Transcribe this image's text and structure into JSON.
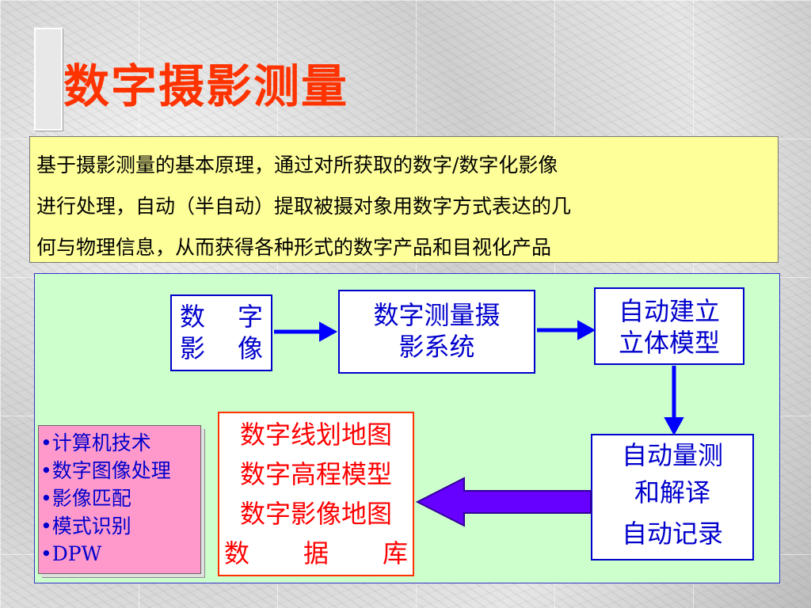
{
  "title": "数字摄影测量",
  "description": {
    "line1": "基于摄影测量的基本原理，通过对所获取的数字/数字化影像",
    "line2": "进行处理，自动（半自动）提取被摄对象用数字方式表达的几",
    "line3": "何与物理信息，从而获得各种形式的数字产品和目视化产品"
  },
  "flow": {
    "digital_image": {
      "a": "数",
      "b": "字",
      "c": "影",
      "d": "像"
    },
    "system": {
      "line1": "数字测量摄",
      "line2": "影系统"
    },
    "stereo_model": {
      "line1": "自动建立",
      "line2": "立体模型"
    },
    "measure": {
      "line1": "自动量测",
      "line2": "和解译",
      "line3": "自动记录"
    },
    "products": {
      "line1": "数字线划地图",
      "line2": "数字高程模型",
      "line3": "数字影像地图",
      "db_a": "数",
      "db_b": "据",
      "db_c": "库"
    },
    "techniques": [
      "计算机技术",
      "数字图像处理",
      "影像匹配",
      "模式识别",
      "DPW"
    ]
  },
  "colors": {
    "title": "#ff3300",
    "description_bg": "#ffff99",
    "panel_bg": "#ccffcc",
    "flow_text": "#0000cc",
    "products_text": "#ff0000",
    "techniques_bg": "#ff99cc",
    "big_arrow": "#6600ff"
  }
}
